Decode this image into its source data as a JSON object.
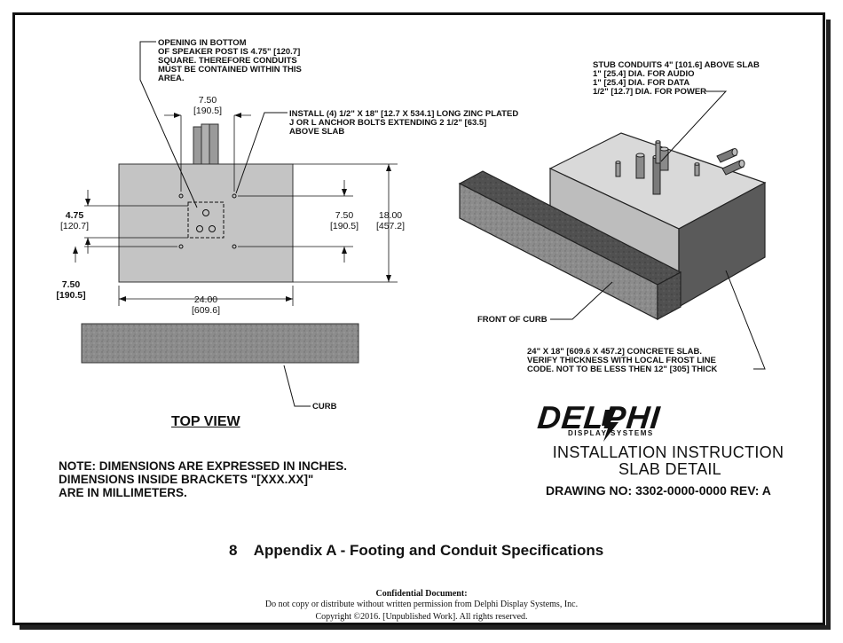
{
  "top_view": {
    "title": "TOP VIEW",
    "annotations": {
      "opening": [
        "OPENING IN BOTTOM",
        "OF SPEAKER POST IS 4.75\" [120.7]",
        "SQUARE. THEREFORE CONDUITS",
        "MUST BE CONTAINED WITHIN THIS",
        "AREA."
      ],
      "bolts": [
        "INSTALL (4) 1/2\" X 18\" [12.7 X 534.1] LONG ZINC PLATED",
        "J OR L ANCHOR BOLTS EXTENDING 2 1/2\" [63.5]",
        "ABOVE SLAB"
      ],
      "curb": "CURB"
    },
    "dimensions": {
      "top_width": [
        "7.50",
        "[190.5]"
      ],
      "left_square": [
        "4.75",
        "[120.7]"
      ],
      "left_offset": [
        "7.50",
        "[190.5]"
      ],
      "right_bolt": [
        "7.50",
        "[190.5]"
      ],
      "height": [
        "18.00",
        "[457.2]"
      ],
      "width": [
        "24.00",
        "[609.6]"
      ]
    }
  },
  "iso_view": {
    "stub_conduits": [
      "STUB CONDUITS 4\" [101.6] ABOVE SLAB",
      "1\" [25.4] DIA. FOR AUDIO",
      "1\" [25.4] DIA. FOR DATA",
      "1/2\" [12.7] DIA. FOR POWER"
    ],
    "front_of_curb": "FRONT OF CURB",
    "slab": [
      "24\" X 18\" [609.6 X 457.2] CONCRETE SLAB.",
      "VERIFY THICKNESS WITH LOCAL FROST LINE",
      "CODE. NOT TO BE LESS THEN 12\" [305] THICK"
    ]
  },
  "note": [
    "NOTE: DIMENSIONS ARE EXPRESSED IN INCHES.",
    "DIMENSIONS INSIDE BRACKETS \"[XXX.XX]\"",
    "ARE IN MILLIMETERS."
  ],
  "logo": {
    "main": "DELPHI",
    "sub": "DISPLAY SYSTEMS"
  },
  "title_block": {
    "line1": "INSTALLATION INSTRUCTION",
    "line2": "SLAB DETAIL",
    "drawing": "DRAWING NO: 3302-0000-0000  REV: A"
  },
  "appendix": "8    Appendix A - Footing and Conduit Specifications",
  "footer": {
    "line1": "Confidential Document:",
    "line2": "Do not copy or distribute without written permission from Delphi Display Systems, Inc.",
    "line3": "Copyright ©2016. [Unpublished Work]. All rights reserved."
  }
}
